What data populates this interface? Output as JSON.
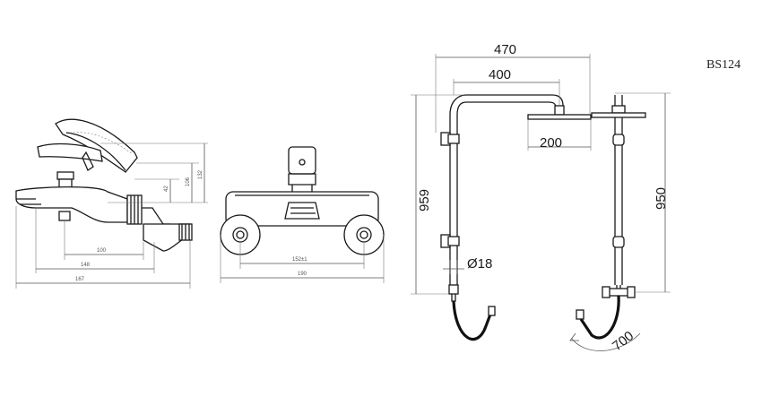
{
  "model_code": "BS124",
  "faucet_side_dims": {
    "d_42": "42",
    "d_106": "106",
    "d_132": "132",
    "d_100": "100",
    "d_148": "148",
    "d_167": "167"
  },
  "faucet_front_dims": {
    "center_distance": "152±1",
    "overall_width": "190"
  },
  "shower_dims": {
    "rail_span": "470",
    "arm_length": "400",
    "head_diameter": "200",
    "column_height_front": "959",
    "pipe_diameter": "Ø18",
    "column_height_side": "950",
    "hose_length": "700"
  }
}
